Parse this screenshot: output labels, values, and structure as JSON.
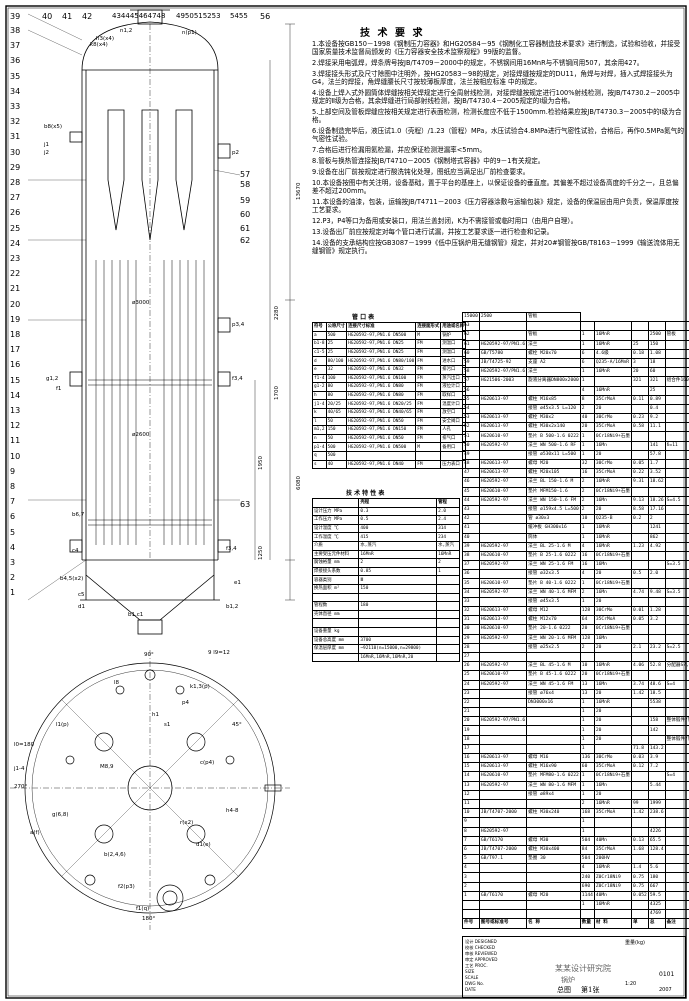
{
  "top_numbers": {
    "n39": "39",
    "n40": "40",
    "n41": "41",
    "n42": "42",
    "n43_48": "434445464748",
    "n49_53": "4950515253",
    "n54_55": "5455",
    "n56": "56"
  },
  "left_numbers": [
    "38",
    "37",
    "36",
    "35",
    "34",
    "33",
    "32",
    "31",
    "30",
    "29",
    "28",
    "27",
    "26",
    "25",
    "24",
    "23",
    "22",
    "21",
    "20",
    "19",
    "18",
    "17",
    "16",
    "15",
    "14",
    "13",
    "12",
    "11",
    "10",
    "9",
    "8",
    "7",
    "6",
    "5",
    "4",
    "3",
    "2",
    "1"
  ],
  "right_numbers": [
    "57",
    "58",
    "59",
    "60",
    "61",
    "62",
    "63"
  ],
  "nozzle_marks": {
    "n1": "n1,2",
    "h3": "h3(x4)",
    "k8": "k8(x4)",
    "p1": "n(p1)",
    "p2": "p2",
    "b8": "b8(x5)",
    "j1": "j1",
    "j2": "j2",
    "p34": "p3,4",
    "g1": "g1,2",
    "f1": "f1",
    "b6": "b6,7",
    "c4": "c4",
    "b45": "b4,5(x2)",
    "c5": "c5",
    "d1": "d1",
    "b12": "b1,2",
    "b1c1": "b1,c1",
    "e1": "e1",
    "f34": "f3,4",
    "e34": "f3,4",
    "dn3000": "ø3000",
    "dn2600": "ø2600",
    "len1": "13670",
    "len2": "6080",
    "len3": "1700",
    "len4": "1950",
    "len5": "2280",
    "len6": "1250"
  },
  "plan_marks": {
    "top": "9 l9=12",
    "deg": "90°",
    "l8": "l8",
    "k1": "k1,3(p)",
    "p4": "p4",
    "h1": "h1",
    "s1": "s1",
    "q": "c(p4)",
    "b2": "b(2,4,6)",
    "r": "r(x2)",
    "d1": "d1(e)",
    "f2": "f2(p3)",
    "f1": "f1(q)",
    "g": "g(6,8)",
    "j": "j1-4",
    "l0": "l0=180",
    "a": "a(f)",
    "l1": "l1(p)",
    "angle": "270°",
    "ang2": "180°",
    "m": "M8,9",
    "h45": "h4-8",
    "s": "45°"
  },
  "requirements": {
    "title": "技 术 要 求",
    "items": [
      "1.本设备按GB150－1998《钢制压力容器》和HG20584－95《钢制化工容器制造技术要求》进行制造，试验和验收，并接受国家质量技术监督局颁发的《压力容器安全技术监察规程》99版的监督。",
      "2.焊接采用电弧焊，焊条牌号按JB/T4709－2000中的规定，不锈钢间用16MnR与不锈钢间用507，其余用427。",
      "3.焊接接头形式及尺寸除图中注明外，按HG20583－98的规定，对接焊缝按规定的DU11，角焊与对焊，插入式焊接接头为G4，法兰的焊接，角焊缝腰长尺寸按较薄板厚度，法兰按相应标准 中的规定。",
      "4.设备上焊入式外圆筒体焊缝按相关焊规定进行全周射线检测，对接焊缝按规定进行100%射线检测，按JB/T4730.2－2005中规定的Ⅱ级为合格，其余焊缝进行局部射线检测，按JB/T4730.4－2005规定的Ⅰ级为合格。",
      "5.上部空间及管板焊缝应按相关规定进行表面检测，检测长度应不低于1500mm.检验结果应按JB/T4730.3－2005中的Ⅰ级为合格。",
      "6.设备制造完毕后，液压试1.0（壳程）/1.23（管程）MPa，水压试验合4.8MPa进行气密性试验，合格后，再作0.5MPa氮气的气密性试验。",
      "7.合格后进行检漏用氦检漏，并应保证检测泄漏率<5mm。",
      "8.管板与换热管连接按JB/T4710－2005《钢制塔式容器》中的9－1有关规定。",
      "9.设备在出厂前按规定进行酸洗钝化处理，图纸应当满足出厂前检查要求。",
      "10.本设备按图中有关注明，设备基础，置于平台的基座上，以保证设备的垂直度。其偏差不超过设备高度的千分之一，且总偏差不超过200mm。",
      "11.本设备的油漆，包装，运输按JB/T4711－2003《压力容器涂敷与运输包装》规定，设备的保温层由用户负责，保温厚度按工艺要求。",
      "12.P3，P4等口为备用或安装口，用法兰盖封闭，K为不需接管或临时用口（由用户自理）。",
      "13.设备出厂前应按规定对每个管口进行试漏，并按工艺要求逐一进行检查和记录。",
      "14.设备的支承结构应按GB3087－1999《低中压锅炉用无缝钢管》规定，并对20#钢管按GB/T8163－1999《输送流体用无缝钢管》规定执行。"
    ]
  },
  "nozzle_table": {
    "title": "管 口 表",
    "header": [
      "符号",
      "公称尺寸",
      "连接尺寸标准",
      "连接面形式",
      "用途或名称"
    ],
    "rows": [
      [
        "a",
        "500",
        "HG20592-97,PN1.6 DN500",
        "M",
        "锅炉"
      ],
      [
        "b1-8",
        "25",
        "HG20592-97,PN1.6 DN25",
        "FM",
        "测温口"
      ],
      [
        "c1-5",
        "25",
        "HG20592-97,PN1.6 DN25",
        "FM",
        "测温口"
      ],
      [
        "d",
        "80/100",
        "HG20592-97,PN1.6 DN80/100",
        "FM",
        "进水口"
      ],
      [
        "e",
        "32",
        "HG20592-97,PN1.6 DN32",
        "FM",
        "排污口"
      ],
      [
        "f1-4",
        "100",
        "HG20592-97,PN1.6 DN100",
        "FM",
        "蒸汽出口"
      ],
      [
        "g1-2",
        "80",
        "HG20592-97,PN1.6 DN80",
        "FM",
        "液位计口"
      ],
      [
        "h",
        "80",
        "HG20592-97,PN1.6 DN80",
        "FM",
        "取样口"
      ],
      [
        "j1-4",
        "20/25",
        "HG20592-97,PN1.6 DN20/25",
        "FM",
        "温度计口"
      ],
      [
        "k",
        "40/65",
        "HG20592-97,PN1.6 DN40/65",
        "FM",
        "放空口"
      ],
      [
        "l",
        "50",
        "HG20592-97,PN1.6 DN50",
        "FM",
        "安全阀口"
      ],
      [
        "m1,2",
        "150",
        "HG20592-97,PN1.6 DN150",
        "FM",
        "人孔"
      ],
      [
        "n",
        "50",
        "HG20592-97,PN1.6 DN50",
        "FM",
        "排气口"
      ],
      [
        "p1-4",
        "500",
        "HG20592-97,PN1.6 DN500",
        "M",
        "备用口"
      ],
      [
        "q",
        "500",
        "",
        "",
        " "
      ],
      [
        "s",
        "40",
        "HG20592-97,PN1.6 DN40",
        "FM",
        "压力表口"
      ]
    ]
  },
  "tech_table": {
    "title": "技 术 特 性 表",
    "header": [
      "",
      "壳程",
      "管程"
    ],
    "rows": [
      [
        "设计压力 MPa",
        "0.3",
        "2.0"
      ],
      [
        "工作压力 MPa",
        "0.5",
        "2.4"
      ],
      [
        "设计温度 ℃",
        "400",
        "314"
      ],
      [
        "工作温度 ℃",
        "415",
        "234"
      ],
      [
        "介质",
        "水,蒸汽",
        "水,蒸汽"
      ],
      [
        "主要受压元件材料",
        "16MnR",
        "16MnR"
      ],
      [
        "腐蚀裕量 mm",
        "2",
        "2"
      ],
      [
        "焊接接头系数",
        "0.85",
        "1"
      ],
      [
        "容器类别",
        "Ⅲ",
        ""
      ],
      [
        "换热面积 m²",
        "150",
        ""
      ],
      [
        "",
        "",
        ""
      ],
      [
        "管程数",
        "180",
        ""
      ],
      [
        "壳体直径 mm",
        "",
        ""
      ],
      [
        "",
        "",
        ""
      ],
      [
        "设备重量 kg",
        "",
        ""
      ],
      [
        "设备总高度 mm",
        "3700",
        ""
      ],
      [
        "保温层厚度 mm",
        "~92110(n=15000,n=29800)",
        ""
      ],
      [
        "",
        "16MnR,16MnR,16MnR,20",
        ""
      ]
    ]
  },
  "bom": {
    "header": [
      "件号",
      "图号或标准号",
      "名 称",
      "数量",
      "材 料",
      "单",
      "总",
      "备注"
    ],
    "top_right": {
      "a": "15000",
      "b": "2500",
      "c": "管板"
    },
    "rows": [
      [
        "63",
        "",
        "",
        "",
        "",
        "",
        "",
        ""
      ],
      [
        "62",
        "",
        "管板",
        "1",
        "16MnR",
        "",
        "2500",
        "管板"
      ],
      [
        "61",
        "HG20592-97/PN1.6",
        "法兰",
        "1",
        "16MnR",
        "25",
        "150",
        ""
      ],
      [
        "60",
        "GB/T5780",
        "螺栓 M20x70",
        "6",
        "4.6级",
        "0.18",
        "1.08",
        ""
      ],
      [
        "59",
        "JB/T4725-92",
        "支座 A2",
        "6",
        "Q235-A/16MnR",
        "3",
        "18",
        ""
      ],
      [
        "58",
        "HG20592-97/PN1.6",
        "法兰",
        "1",
        "16MnR",
        "20",
        "60",
        ""
      ],
      [
        "57",
        "HG21506-2003",
        "旋液分离器DN800x2000",
        "1",
        "",
        "321",
        "321",
        "组合件160Kg"
      ],
      [
        "56",
        "",
        "",
        "4",
        "16MnR",
        "",
        "25",
        ""
      ],
      [
        "55",
        "HG20613-97",
        "螺柱 M16x85",
        "8",
        "35CrMoA",
        "0.11",
        "0.89",
        ""
      ],
      [
        "54",
        "",
        "接管 ø45x3.5 L=120",
        "2",
        "20",
        "",
        "0.4",
        ""
      ],
      [
        "53",
        "HG20613-97",
        "螺栓 M30x2",
        "40",
        "30CrMo",
        "0.23",
        "9.2",
        ""
      ],
      [
        "52",
        "HG20613-97",
        "螺柱 M30x2x140",
        "20",
        "35CrMoA",
        "0.58",
        "11.1",
        ""
      ],
      [
        "51",
        "HG20610-97",
        "垫片 B 500-1.6 0222",
        "1",
        "0Cr18Ni9+石墨",
        "",
        "",
        ""
      ],
      [
        "50",
        "HG20592-97",
        "法兰 WN 500-1.6 RF",
        "1",
        "16Mn",
        "",
        "141",
        "δ=11"
      ],
      [
        "49",
        "",
        "接管 ø530x11 L=500",
        "1",
        "20",
        "",
        "57.8",
        ""
      ],
      [
        "48",
        "HG20613-97",
        "螺母 M20",
        "32",
        "30CrMo",
        "0.05",
        "1.7",
        ""
      ],
      [
        "47",
        "HG20613-97",
        "螺柱 M20x105",
        "16",
        "35CrMoA",
        "0.22",
        "3.52",
        ""
      ],
      [
        "46",
        "HG20592-97",
        "法兰 BL 150-1.6 M",
        "2",
        "16MnR",
        "9.31",
        "18.62",
        ""
      ],
      [
        "45",
        "HG20610-97",
        "垫片 MFM150-1.6",
        "2",
        "0Cr18Ni9+石墨",
        "",
        "",
        ""
      ],
      [
        "44",
        "HG20592-97",
        "法兰 WN 150-1.6 FM",
        "2",
        "16Mn",
        "9.13",
        "18.26",
        "S=4.5"
      ],
      [
        "43",
        "",
        "接管 ø159x4.5 L=500",
        "2",
        "20",
        "8.58",
        "17.16",
        ""
      ],
      [
        "42",
        "",
        "管 ø30x3",
        "10",
        "Q235-B",
        "0.2",
        "2",
        ""
      ],
      [
        "41",
        "",
        "缓冲板 GH300x16",
        "1",
        "16MnR",
        "",
        "1241",
        ""
      ],
      [
        "40",
        "",
        "筒体",
        "1",
        "16MnR",
        "",
        "862",
        ""
      ],
      [
        "39",
        "HG20592-97",
        "法兰 BL 25-1.6 M",
        "4",
        "16MnR",
        "1.23",
        "4.92",
        ""
      ],
      [
        "38",
        "HG20610-97",
        "垫片 B 25-1.6 0222",
        "16",
        "0Cr18Ni9+石墨",
        "",
        "",
        ""
      ],
      [
        "37",
        "HG20592-97",
        "法兰 WN 25-1.6 FM",
        "16",
        "16Mn",
        "",
        "",
        "S=3.5"
      ],
      [
        "36",
        "",
        "接管 ø32x3.5",
        "4",
        "20",
        "0.5",
        "2.0",
        ""
      ],
      [
        "35",
        "HG20610-97",
        "垫片 B 40-1.6 0222",
        "1",
        "0Cr18Ni9+石墨",
        "",
        "",
        ""
      ],
      [
        "34",
        "HG20592-97",
        "法兰 WN 40-1.6 MFM",
        "2",
        "16Mn",
        "4.74",
        "9.48",
        "S=3.5"
      ],
      [
        "33",
        "",
        "接管 ø45x3.5",
        "1",
        "20",
        "",
        "",
        ""
      ],
      [
        "32",
        "HG20613-97",
        "螺母 M12",
        "128",
        "30CrMo",
        "0.01",
        "1.28",
        ""
      ],
      [
        "31",
        "HG20613-97",
        "螺柱 M12x70",
        "64",
        "35CrMoA",
        "0.05",
        "3.2",
        ""
      ],
      [
        "30",
        "HG20610-97",
        "垫片 20-1.6 0222",
        "20",
        "0Cr18Ni9+石墨",
        "",
        "",
        ""
      ],
      [
        "29",
        "HG20592-97",
        "法兰 WN 20-1.6 MFM",
        "128",
        "16Mn",
        "",
        "",
        ""
      ],
      [
        "28",
        "",
        "接管 ø25x2.5",
        "2",
        "20",
        "2.1",
        "23.2",
        "S=2.5"
      ],
      [
        "27",
        "",
        "",
        "",
        "",
        "",
        "",
        ""
      ],
      [
        "26",
        "HG20592-97",
        "法兰 BL 45-1.6 M",
        "10",
        "16MnR",
        "4.06",
        "52.8",
        "分配器S7,接触S7"
      ],
      [
        "25",
        "HG20610-97",
        "垫片 B 45-1.6 0222",
        "20",
        "0Cr18Ni9+石墨",
        "",
        "",
        ""
      ],
      [
        "24",
        "HG20592-97",
        "法兰 WN 45-1.6 FM",
        "13",
        "16Mn",
        "3.74",
        "48.6",
        "S=4"
      ],
      [
        "23",
        "",
        "接管 ø76x4",
        "13",
        "20",
        "1.42",
        "18.5",
        ""
      ],
      [
        "22",
        "",
        "DN3000x16",
        "1",
        "16MnR",
        "",
        "5538",
        ""
      ],
      [
        "21",
        "",
        "",
        "1",
        "20",
        "",
        "",
        ""
      ],
      [
        "20",
        "HG20592-97/PN1.6",
        "",
        "1",
        "20",
        "",
        "158",
        "整体锻件/管板"
      ],
      [
        "19",
        "",
        "",
        "1",
        "20",
        "",
        "142",
        ""
      ],
      [
        "18",
        "",
        "",
        "1",
        "20",
        "",
        "",
        "整体锻件/管板"
      ],
      [
        "17",
        "",
        "",
        "1",
        "",
        "71.8",
        "143.2",
        ""
      ],
      [
        "16",
        "HG20613-97",
        "螺母 M16",
        "136",
        "30CrMo",
        "0.03",
        "3.9",
        ""
      ],
      [
        "15",
        "HG20613-97",
        "螺柱 M16x90",
        "60",
        "35CrMoA",
        "0.12",
        "7.2",
        ""
      ],
      [
        "14",
        "HG20610-97",
        "垫片 MFM80-1.6 0222",
        "1",
        "0Cr18Ni9+石墨",
        "",
        "",
        "S=4"
      ],
      [
        "13",
        "HG20592-97",
        "法兰 WN 80-1.6 MFM",
        "1",
        "16Mn",
        "",
        "5.44",
        ""
      ],
      [
        "12",
        "",
        "接管 ø89x4",
        "1",
        "20",
        "",
        "",
        ""
      ],
      [
        "11",
        "",
        "",
        "2",
        "16MnR",
        "99",
        "1999",
        ""
      ],
      [
        "10",
        "JB/T4707-2000",
        "螺柱 M30x240",
        "168",
        "35CrMoA",
        "1.42",
        "238.6",
        ""
      ],
      [
        "9",
        "",
        "",
        "1",
        "",
        "",
        "",
        ""
      ],
      [
        "8",
        "HG20592-97",
        "",
        "1",
        "",
        "",
        "4226",
        ""
      ],
      [
        "7",
        "GB/T6170",
        "螺母 M30",
        "504",
        "40Mn",
        "0.13",
        "65.5",
        ""
      ],
      [
        "6",
        "JB/T4707-2000",
        "螺柱 M30x400",
        "84",
        "35CrMoA",
        "1.68",
        "128.4",
        ""
      ],
      [
        "5",
        "GB/T97.1",
        "垫圈 30",
        "504",
        "200HV",
        "",
        "",
        ""
      ],
      [
        "4",
        "",
        "",
        "4",
        "16MnR",
        "1.4",
        "5.6",
        ""
      ],
      [
        "3",
        "",
        "",
        "240",
        "Z0Cr18Ni9",
        "0.75",
        "180",
        ""
      ],
      [
        "2",
        "",
        "",
        "690",
        "Z0Cr18Ni9",
        "0.75",
        "667",
        ""
      ],
      [
        "1",
        "GB/T6170",
        "螺母 M20",
        "1144",
        "40Mn",
        "0.052",
        "59.5",
        ""
      ],
      [
        "",
        "",
        "",
        "1",
        "16MnR",
        "",
        "4325",
        ""
      ],
      [
        "",
        "",
        "",
        "",
        "",
        "",
        "4769",
        ""
      ]
    ],
    "footer": [
      "件号",
      "图号或标准号",
      "名 称",
      "数量",
      "材 料",
      "单",
      "总",
      "备注"
    ]
  },
  "title_block": {
    "company": "某某设计研究院",
    "project": "锅炉",
    "drawing": "总图",
    "sheet": "第1张",
    "scale": "1:20",
    "weight_label": "重量(kg)",
    "drawing_no": "0101",
    "date": "2007",
    "rows": [
      "设计 DESIGNED",
      "校核 CHECKED",
      "审核 REVIEWED",
      "审定 APPROVED",
      "工艺 PROC.",
      "SIZE",
      "SCALE",
      "DWG No.",
      "DATE"
    ]
  }
}
